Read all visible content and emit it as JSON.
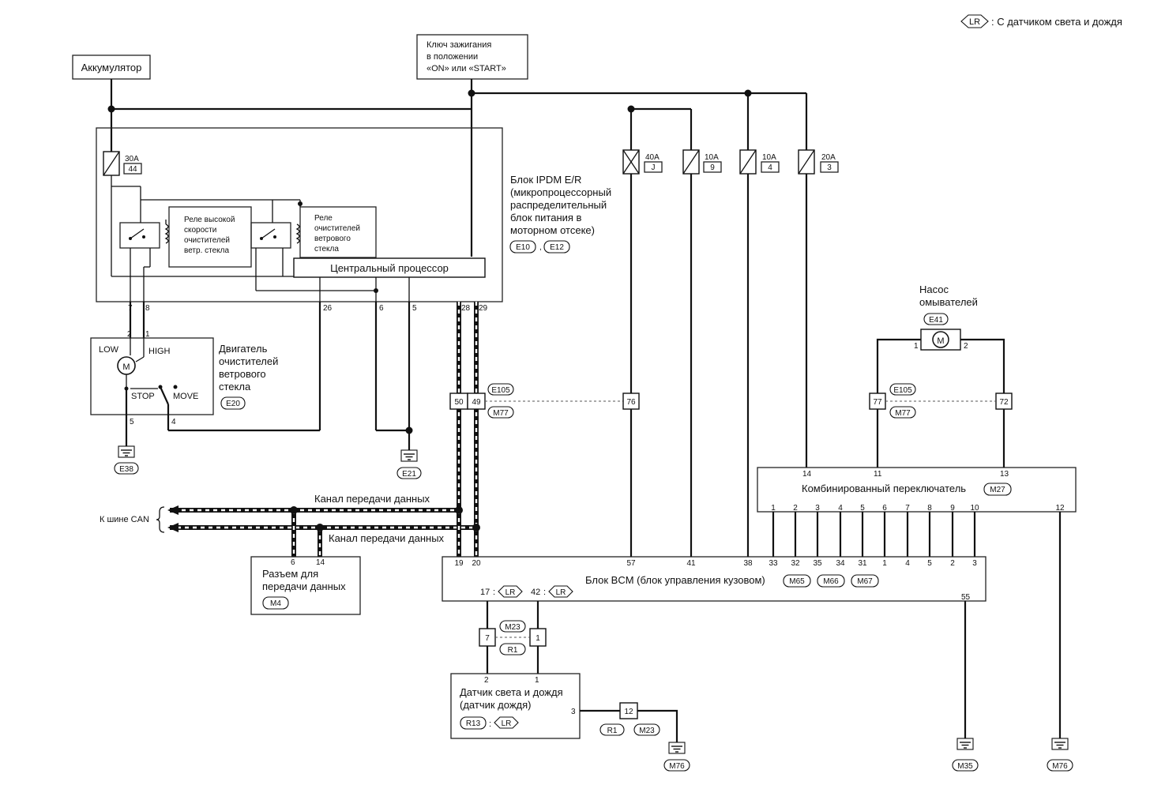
{
  "legend": {
    "tag": "LR",
    "text": ": С датчиком света и дождя"
  },
  "sources": {
    "battery": "Аккумулятор",
    "ignition_lines": [
      "Ключ зажигания",
      "в положении",
      "«ON» или «START»"
    ]
  },
  "fuses": [
    {
      "rating": "30A",
      "id": "44"
    },
    {
      "rating": "40A",
      "id": "J"
    },
    {
      "rating": "10A",
      "id": "9"
    },
    {
      "rating": "10A",
      "id": "4"
    },
    {
      "rating": "20A",
      "id": "3"
    }
  ],
  "ipdm": {
    "title_lines": [
      "Блок IPDM E/R",
      "(микропроцессорный",
      "распределительный",
      "блок питания в",
      "моторном отсеке)"
    ],
    "connectors": [
      "E10",
      "E12"
    ],
    "relay_high_lines": [
      "Реле высокой",
      "скорости",
      "очистителей",
      "ветр. стекла"
    ],
    "relay_wiper_lines": [
      "Реле",
      "очистителей",
      "ветрового",
      "стекла"
    ],
    "cpu": "Центральный процессор",
    "pins": [
      "7",
      "8",
      "26",
      "6",
      "5",
      "28",
      "29"
    ]
  },
  "wiper_motor": {
    "title_lines": [
      "Двигатель",
      "очистителей",
      "ветрового",
      "стекла"
    ],
    "low": "LOW",
    "high": "HIGH",
    "stop": "STOP",
    "move": "MOVE",
    "motor": "M",
    "connector": "E20",
    "pins": [
      "2",
      "1",
      "5",
      "4"
    ]
  },
  "grounds": [
    "E38",
    "E21",
    "M76",
    "M35",
    "M76"
  ],
  "e105": {
    "connectors": [
      "E105",
      "M77"
    ],
    "pins": [
      "50",
      "49",
      "76",
      "77",
      "72"
    ]
  },
  "washer_pump": {
    "title_lines": [
      "Насос",
      "омывателей"
    ],
    "connector": "E41",
    "motor": "M",
    "pins": [
      "1",
      "2"
    ]
  },
  "combo_switch": {
    "title": "Комбинированный переключатель",
    "connector": "M27",
    "top_pins": [
      "14",
      "11",
      "13"
    ],
    "bottom_pins": [
      "1",
      "2",
      "3",
      "4",
      "5",
      "6",
      "7",
      "8",
      "9",
      "10",
      "12"
    ]
  },
  "can": {
    "label": "К шине CAN",
    "line1": "Канал передачи данных",
    "line2": "Канал передачи данных"
  },
  "dlc": {
    "title_lines": [
      "Разъем для",
      "передачи данных"
    ],
    "connector": "M4",
    "pins": [
      "6",
      "14"
    ]
  },
  "bcm": {
    "title": "Блок BCM (блок управления кузовом)",
    "connectors": [
      "M65",
      "M66",
      "M67"
    ],
    "top_pins": [
      "19",
      "20",
      "57",
      "41",
      "38",
      "33",
      "32",
      "35",
      "34",
      "31",
      "1",
      "4",
      "5",
      "2",
      "3"
    ],
    "opt1": "17",
    "opt2": "42",
    "bottom_pin": "55"
  },
  "m23": {
    "connectors": [
      "M23",
      "R1"
    ],
    "pins": [
      "7",
      "1"
    ]
  },
  "rain_sensor": {
    "title_lines": [
      "Датчик света и дождя",
      "(датчик дождя)"
    ],
    "connector": "R13",
    "pins": [
      "2",
      "1",
      "3"
    ]
  },
  "ground_conn": {
    "pin": "12",
    "connectors": [
      "R1",
      "M23"
    ]
  }
}
